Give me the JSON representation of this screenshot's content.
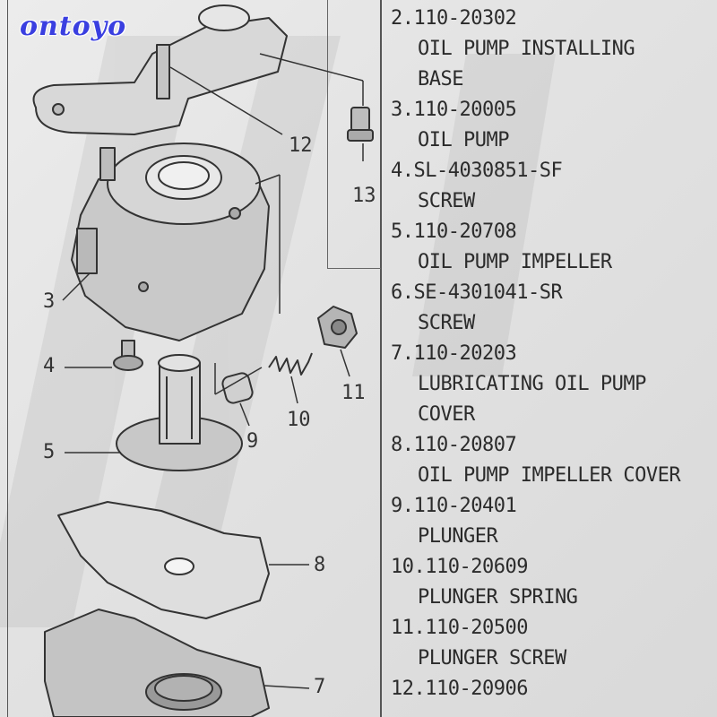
{
  "logo": {
    "text": "ontoyo",
    "color": "#3a3fe0"
  },
  "callouts": [
    {
      "id": "c12",
      "label": "12"
    },
    {
      "id": "c13",
      "label": "13"
    },
    {
      "id": "c3",
      "label": "3"
    },
    {
      "id": "c4",
      "label": "4"
    },
    {
      "id": "c11",
      "label": "11"
    },
    {
      "id": "c10",
      "label": "10"
    },
    {
      "id": "c9",
      "label": "9"
    },
    {
      "id": "c5",
      "label": "5"
    },
    {
      "id": "c8",
      "label": "8"
    },
    {
      "id": "c7",
      "label": "7"
    }
  ],
  "parts": [
    {
      "num": "2.",
      "code": "110-20302",
      "name": [
        "OIL PUMP INSTALLING",
        "BASE"
      ]
    },
    {
      "num": "3.",
      "code": "110-20005",
      "name": [
        "OIL PUMP"
      ]
    },
    {
      "num": "4.",
      "code": "SL-4030851-SF",
      "name": [
        "SCREW"
      ]
    },
    {
      "num": "5.",
      "code": "110-20708",
      "name": [
        "OIL PUMP IMPELLER"
      ]
    },
    {
      "num": "6.",
      "code": "SE-4301041-SR",
      "name": [
        "SCREW"
      ]
    },
    {
      "num": "7.",
      "code": "110-20203",
      "name": [
        "LUBRICATING OIL PUMP",
        "COVER"
      ]
    },
    {
      "num": "8.",
      "code": "110-20807",
      "name": [
        "OIL PUMP IMPELLER COVER"
      ]
    },
    {
      "num": "9.",
      "code": "110-20401",
      "name": [
        "PLUNGER"
      ]
    },
    {
      "num": "10.",
      "code": "110-20609",
      "name": [
        "PLUNGER SPRING"
      ]
    },
    {
      "num": "11.",
      "code": "110-20500",
      "name": [
        "PLUNGER SCREW"
      ]
    },
    {
      "num": "12.",
      "code": "110-20906",
      "name": []
    }
  ],
  "colors": {
    "ink": "#2b2b2b",
    "paper": "#e4e4e4",
    "logo": "#3a3fe0"
  }
}
